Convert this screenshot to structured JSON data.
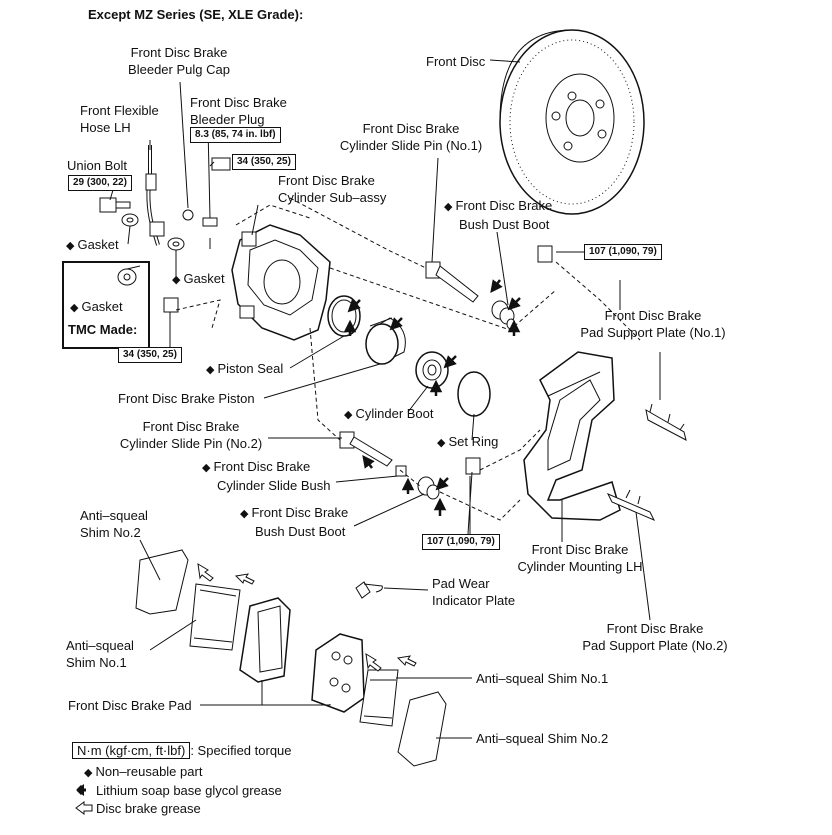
{
  "title": "Except MZ Series (SE, XLE Grade):",
  "labels": {
    "bleeder_cap_1": "Front Disc Brake",
    "bleeder_cap_2": "Bleeder Pulg Cap",
    "bleeder_plug_1": "Front Disc Brake",
    "bleeder_plug_2": "Bleeder Plug",
    "flex_hose_1": "Front Flexible",
    "flex_hose_2": "Hose LH",
    "union_bolt": "Union Bolt",
    "gasket_1": "Gasket",
    "gasket_2": "Gasket",
    "gasket_3": "Gasket",
    "tmc_made": "TMC Made:",
    "front_disc": "Front Disc",
    "slide_pin1_1": "Front Disc Brake",
    "slide_pin1_2": "Cylinder Slide Pin (No.1)",
    "cyl_sub_1": "Front Disc Brake",
    "cyl_sub_2": "Cylinder Sub–assy",
    "bush_boot_top_1": "Front Disc Brake",
    "bush_boot_top_2": "Bush Dust Boot",
    "support1_1": "Front Disc Brake",
    "support1_2": "Pad Support Plate (No.1)",
    "piston_seal": "Piston Seal",
    "piston": "Front Disc Brake Piston",
    "cyl_boot": "Cylinder Boot",
    "set_ring": "Set Ring",
    "slide_pin2_1": "Front Disc Brake",
    "slide_pin2_2": "Cylinder Slide Pin (No.2)",
    "slide_bush_1": "Front Disc Brake",
    "slide_bush_2": "Cylinder Slide Bush",
    "bush_boot_bot_1": "Front Disc Brake",
    "bush_boot_bot_2": "Bush Dust Boot",
    "mount_1": "Front Disc Brake",
    "mount_2": "Cylinder Mounting LH",
    "shim2_left_1": "Anti–squeal",
    "shim2_left_2": "Shim No.2",
    "shim1_left_1": "Anti–squeal",
    "shim1_left_2": "Shim No.1",
    "pad": "Front Disc Brake Pad",
    "wear_1": "Pad Wear",
    "wear_2": "Indicator Plate",
    "support2_1": "Front Disc Brake",
    "support2_2": "Pad Support Plate (No.2)",
    "shim1_right": "Anti–squeal Shim No.1",
    "shim2_right": "Anti–squeal Shim No.2"
  },
  "torques": {
    "bleeder": "8.3 (85, 74 in. lbf)",
    "union": "29 (300, 22)",
    "upper_bolt": "34 (350, 25)",
    "lower_bolt": "34 (350, 25)",
    "mount_top": "107 (1,090, 79)",
    "mount_bottom": "107 (1,090, 79)"
  },
  "symbols": {
    "non_reusable": "◆",
    "lithium_arrow": "black-arrow-icon",
    "disc_arrow": "white-arrow-icon"
  },
  "legend": {
    "torque_box": "N·m (kgf·cm, ft·lbf)",
    "torque_text": ": Specified torque",
    "non_reusable": "Non–reusable part",
    "lithium": "Lithium soap base glycol grease",
    "disc_grease": "Disc brake grease"
  }
}
